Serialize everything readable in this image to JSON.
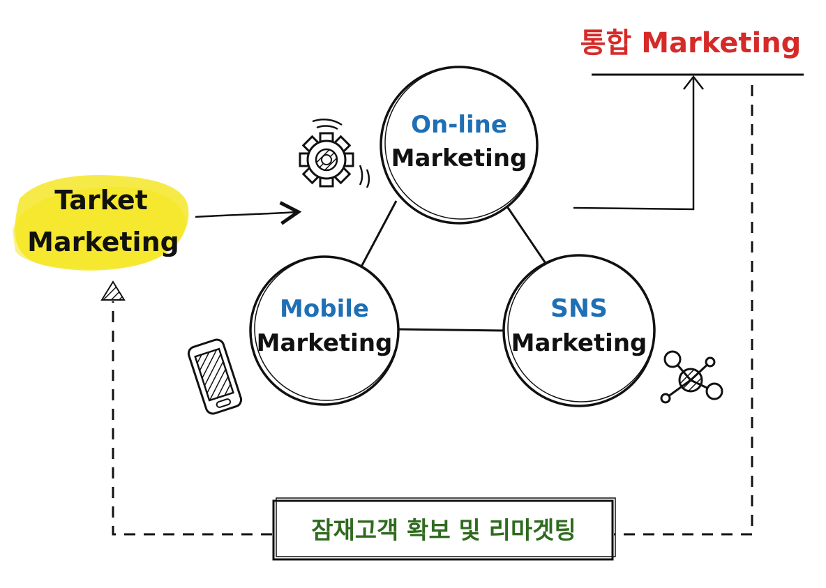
{
  "diagram": {
    "top_right_label": "통합 Marketing",
    "left_label_line1": "Tarket",
    "left_label_line2": "Marketing",
    "bottom_box_label": "잠재고객 확보 및 리마겟팅",
    "nodes": {
      "online": {
        "line1": "On-line",
        "line2": "Marketing"
      },
      "mobile": {
        "line1": "Mobile",
        "line2": "Marketing"
      },
      "sns": {
        "line1": "SNS",
        "line2": "Marketing"
      }
    },
    "icons": {
      "online": "gear-icon",
      "mobile": "smartphone-icon",
      "sns": "network-icon"
    }
  },
  "colors": {
    "ink": "#111111",
    "blue": "#1f6fb5",
    "red": "#d62a28",
    "green": "#2f6b1f",
    "highlight": "#f4e51a"
  }
}
